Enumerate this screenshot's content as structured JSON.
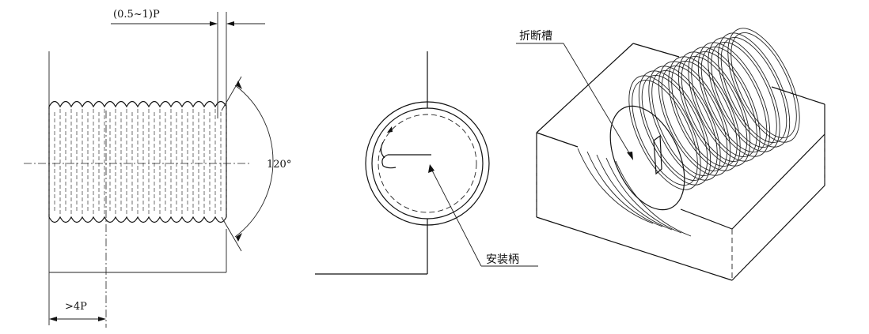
{
  "labels": {
    "pitch_range": "(0.5~1)P",
    "length_min": ">4P",
    "angle": "120°",
    "notch": "折断槽",
    "tang": "安装柄"
  },
  "colors": {
    "ink": "#111111",
    "paper": "#ffffff"
  }
}
